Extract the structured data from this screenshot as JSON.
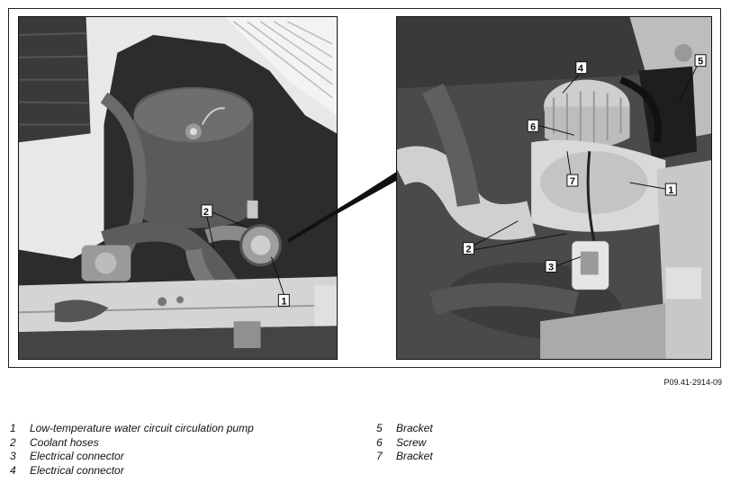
{
  "figure": {
    "reference": "P09.41-2914-09",
    "left_callouts": [
      "2",
      "1"
    ],
    "right_callouts": [
      "4",
      "5",
      "6",
      "7",
      "1",
      "2",
      "3"
    ]
  },
  "legend": {
    "left": [
      {
        "num": "1",
        "text": "Low-temperature water circuit circulation pump"
      },
      {
        "num": "2",
        "text": "Coolant hoses"
      },
      {
        "num": "3",
        "text": "Electrical connector"
      },
      {
        "num": "4",
        "text": "Electrical connector"
      }
    ],
    "right": [
      {
        "num": "5",
        "text": "Bracket"
      },
      {
        "num": "6",
        "text": "Screw"
      },
      {
        "num": "7",
        "text": "Bracket"
      }
    ]
  }
}
